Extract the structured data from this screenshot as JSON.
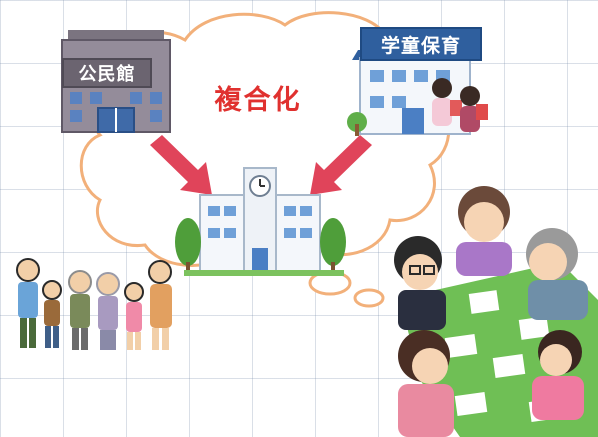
{
  "labels": {
    "kominkan": "公民館",
    "gakudo_hoiku": "学童保育",
    "fukugouka": "複合化"
  },
  "colors": {
    "cloud_outline": "#f2b07a",
    "arrow": "#e0445a",
    "headline": "#e0312f",
    "table": "#6fbf55"
  }
}
